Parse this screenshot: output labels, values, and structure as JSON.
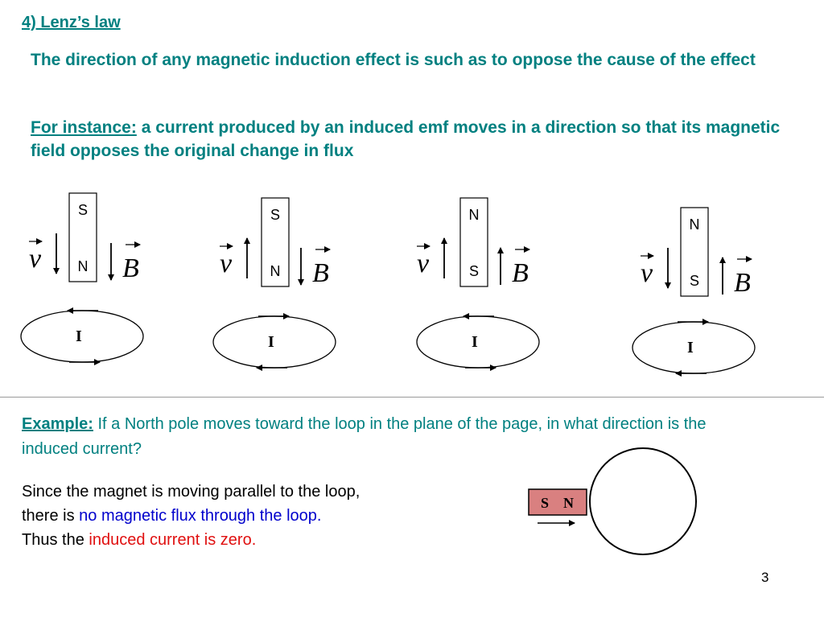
{
  "section": {
    "title": "4) Lenz’s law"
  },
  "law": {
    "statement": "The direction of any magnetic induction effect is such as to oppose the cause of the effect"
  },
  "instance": {
    "label": "For instance:",
    "text": " a current produced by an induced emf moves in a direction so that its magnetic field opposes the original change in flux"
  },
  "diagrams": [
    {
      "magnet_top": "S",
      "magnet_bottom": "N",
      "v_direction": "down",
      "b_direction": "down",
      "current_label": "I"
    },
    {
      "magnet_top": "S",
      "magnet_bottom": "N",
      "v_direction": "up",
      "b_direction": "down",
      "current_label": "I"
    },
    {
      "magnet_top": "N",
      "magnet_bottom": "S",
      "v_direction": "up",
      "b_direction": "up",
      "current_label": "I"
    },
    {
      "magnet_top": "N",
      "magnet_bottom": "S",
      "v_direction": "down",
      "b_direction": "up",
      "current_label": "I"
    }
  ],
  "symbols": {
    "velocity": "v",
    "field": "B"
  },
  "example": {
    "label": "Example:",
    "question": "  If a North pole moves toward the loop in the plane of the page, in what direction is the induced current?"
  },
  "answer": {
    "line1": "Since the magnet is moving parallel to the loop,",
    "line2_prefix": "there is ",
    "line2_highlight": "no magnetic flux through the loop",
    "line2_suffix": ".",
    "line3_prefix": "Thus the ",
    "line3_highlight": "induced current is zero",
    "line3_suffix": "."
  },
  "example_magnet": {
    "pole_left": "S",
    "pole_right": "N",
    "fill_color": "#d98080"
  },
  "page": {
    "number": "3"
  },
  "colors": {
    "heading": "#008080",
    "highlight_blue": "#0000cc",
    "highlight_red": "#e01010"
  }
}
